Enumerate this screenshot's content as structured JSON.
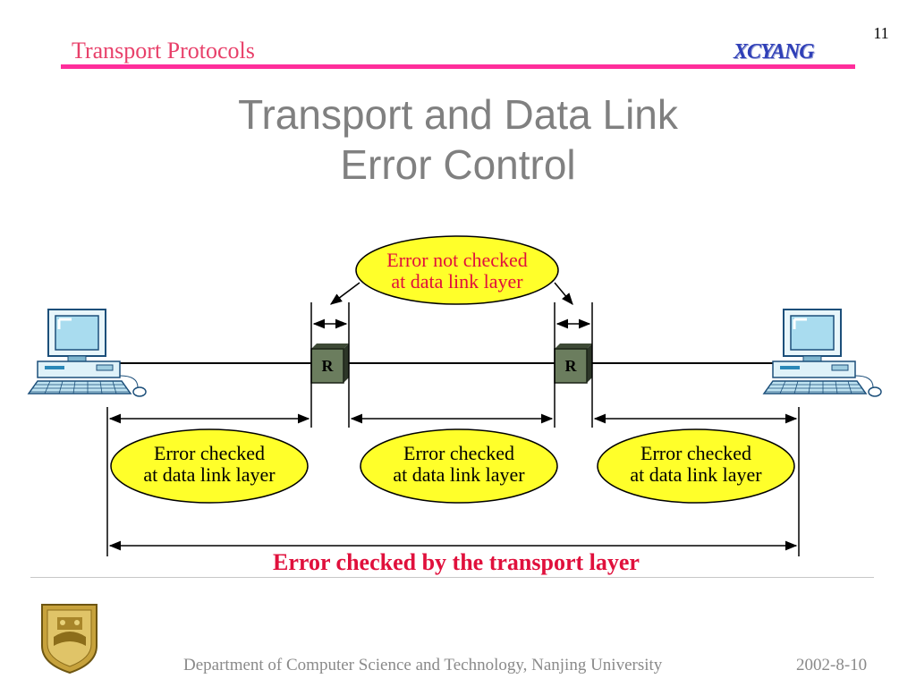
{
  "slide": {
    "page_number": "11",
    "header_title": "Transport Protocols",
    "header_brand": "XCYANG",
    "title_line1": "Transport and Data Link",
    "title_line2": "Error Control"
  },
  "diagram": {
    "top_callout": [
      "Error not checked",
      "at data link layer"
    ],
    "router_label": "R",
    "link_callouts": [
      [
        "Error checked",
        "at data link layer"
      ],
      [
        "Error checked",
        "at data link layer"
      ],
      [
        "Error checked",
        "at data link layer"
      ]
    ],
    "bottom_caption": "Error checked by the transport layer"
  },
  "footer": {
    "department": "Department of Computer Science and Technology, Nanjing University",
    "date": "2002-8-10"
  },
  "colors": {
    "accent_pink": "#ff2d9b",
    "header_text": "#e8406a",
    "callout_fill": "#ffff2a",
    "caption_red": "#e0103c",
    "router_fill": "#6b7d5e"
  }
}
